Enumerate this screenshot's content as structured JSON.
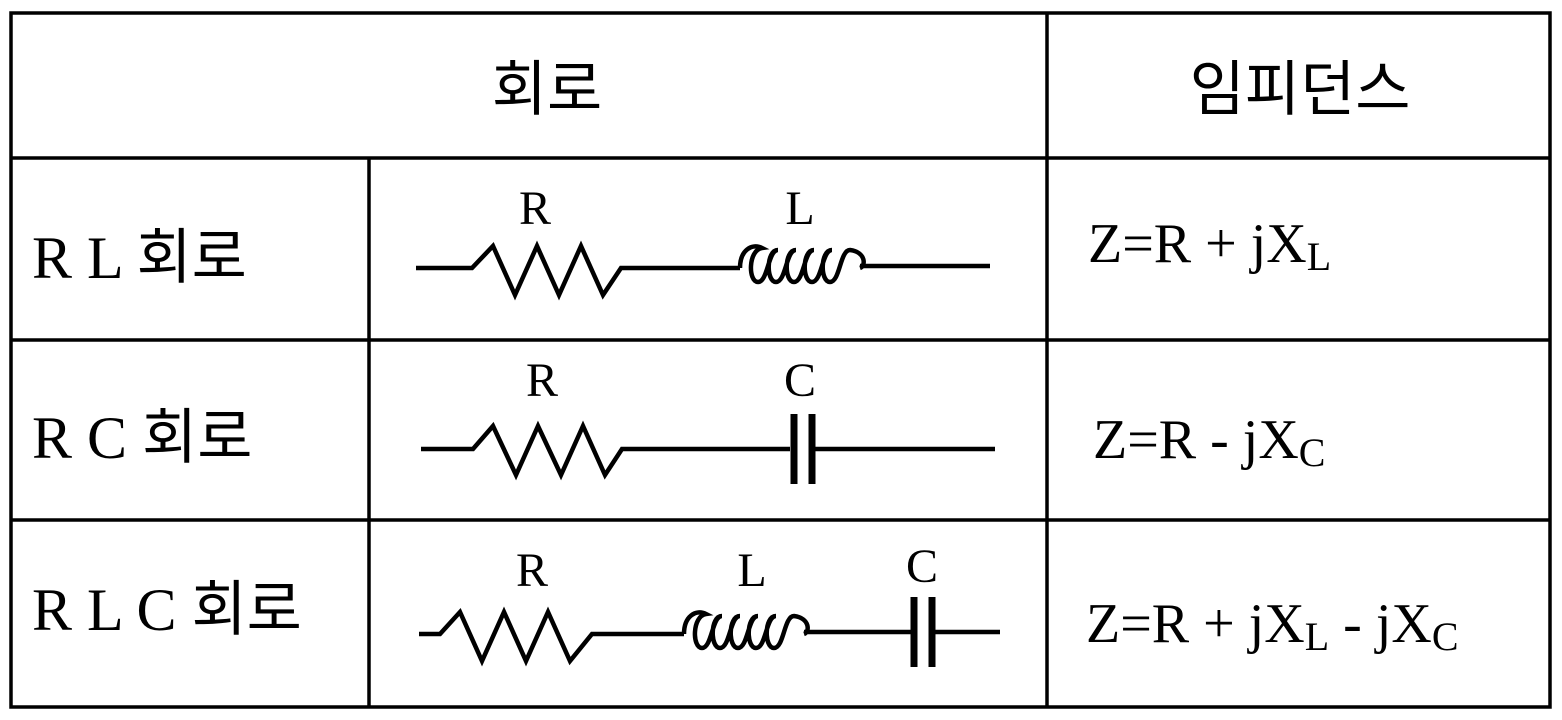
{
  "header": {
    "circuit": "회로",
    "impedance": "임피던스"
  },
  "rows": [
    {
      "name": "R L 회로",
      "labels": {
        "r": "R",
        "l": "L"
      },
      "formula": {
        "main": "Z=R + jX",
        "sub1": "L"
      }
    },
    {
      "name": "R C 회로",
      "labels": {
        "r": "R",
        "c": "C"
      },
      "formula": {
        "main": "Z=R - jX",
        "sub1": "C"
      }
    },
    {
      "name": "R L C 회로",
      "labels": {
        "r": "R",
        "l": "L",
        "c": "C"
      },
      "formula": {
        "main": "Z=R + jX",
        "sub1": "L",
        "mid": " - jX",
        "sub2": "C"
      }
    }
  ]
}
